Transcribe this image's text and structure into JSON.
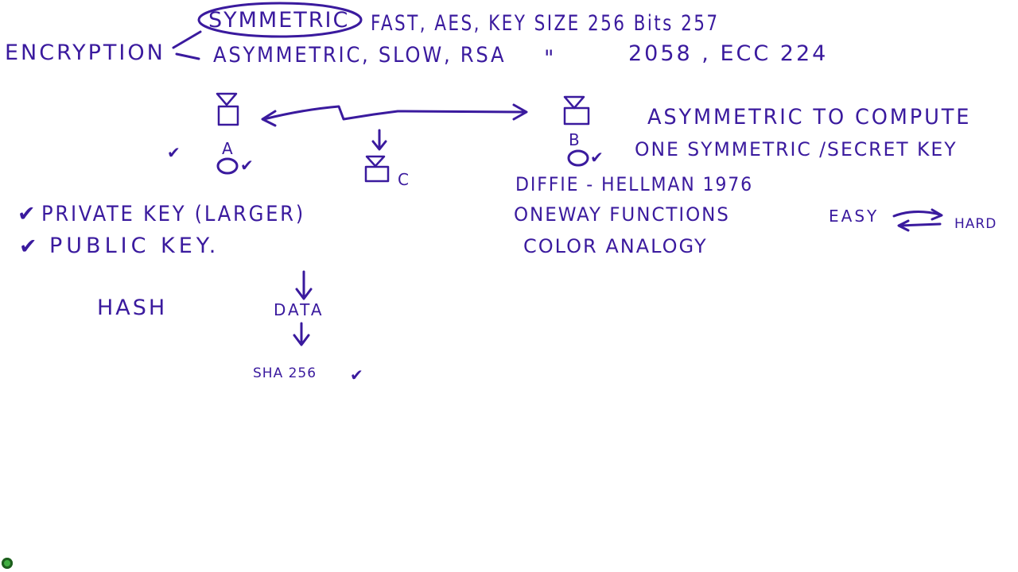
{
  "style": {
    "ink": "#3a1a9e",
    "background": "#ffffff"
  },
  "encryption": {
    "label": "ENCRYPTION",
    "symmetric": {
      "label": "SYMMETRIC",
      "details": "FAST, AES, KEY SIZE 256 Bits 257"
    },
    "asymmetric": {
      "label": "ASYMMETRIC, SLOW, RSA",
      "ditto": "\"",
      "size": "2058 , ECC 224"
    }
  },
  "parties": {
    "a": "A",
    "b": "B",
    "c": "C",
    "check_a": "✔",
    "check_b": "✔",
    "check_left": "✔"
  },
  "notes": {
    "asym_compute": "ASYMMETRIC TO COMPUTE",
    "one_key": "ONE SYMMETRIC /SECRET KEY",
    "dh": "DIFFIE - HELLMAN 1976",
    "oneway": "ONEWAY FUNCTIONS",
    "easy": "EASY",
    "hard": "HARD",
    "color": "COLOR ANALOGY"
  },
  "keys": {
    "private": "PRIVATE KEY (LARGER)",
    "public": "PUBLIC KEY.",
    "check": "✔"
  },
  "hash": {
    "label": "HASH",
    "data": "DATA",
    "sha": "SHA 256",
    "check": "✔"
  }
}
